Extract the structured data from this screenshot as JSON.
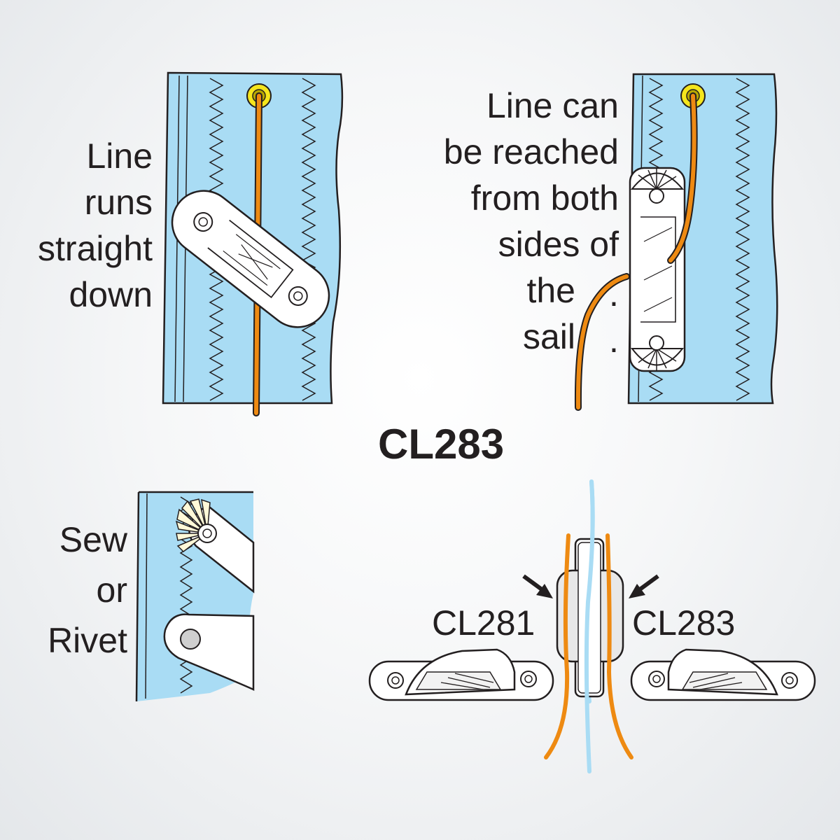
{
  "colors": {
    "sail": "#a9dcf4",
    "line": "#ee8a12",
    "cleat": "#ffffff",
    "outline": "#231f20",
    "grommet": "#f5e51c",
    "light_line": "#a9dcf4"
  },
  "panels": {
    "straight": {
      "lines": [
        "Line",
        "runs",
        "straight",
        "down"
      ]
    },
    "reach": {
      "lines": [
        "Line can",
        "be reached",
        "from both",
        "sides of",
        "the",
        "sail"
      ]
    },
    "sew": {
      "lines": [
        "Sew",
        "or",
        "Rivet"
      ]
    }
  },
  "model_title": "CL283",
  "comparison": {
    "left_label": "CL281",
    "right_label": "CL283"
  }
}
